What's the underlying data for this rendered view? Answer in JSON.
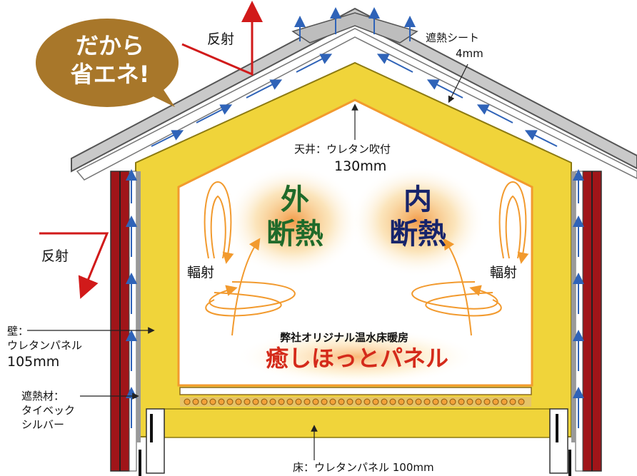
{
  "bubble": {
    "line1": "だから",
    "line2": "省エネ!"
  },
  "labels": {
    "reflect_top": "反射",
    "reflect_left": "反射",
    "sheet": "遮熱シート",
    "sheet_thick": "4mm",
    "ceiling": "天井：ウレタン吹付",
    "ceiling_thick": "130mm",
    "wall_title": "壁：",
    "wall": "ウレタンパネル",
    "wall_thick": "105mm",
    "heat_mat_title": "遮熱材：",
    "heat_mat_1": "タイベック",
    "heat_mat_2": "シルバー",
    "floor": "床：ウレタンパネル 100mm",
    "radiant_left": "輻射",
    "radiant_right": "輻射"
  },
  "outer": {
    "line1": "外",
    "line2": "断熱"
  },
  "inner": {
    "line1": "内",
    "line2": "断熱"
  },
  "panel": {
    "sub": "弊社オリジナル温水床暖房",
    "name": "癒しほっとパネル"
  },
  "colors": {
    "insulation": "#f0d43a",
    "outer_green": "#1f6a2a",
    "inner_navy": "#17246b",
    "panel_red": "#d42a1a",
    "wall_red": "#a01519",
    "arrow_blue": "#2f63b8",
    "bubble": "#a8772a"
  }
}
